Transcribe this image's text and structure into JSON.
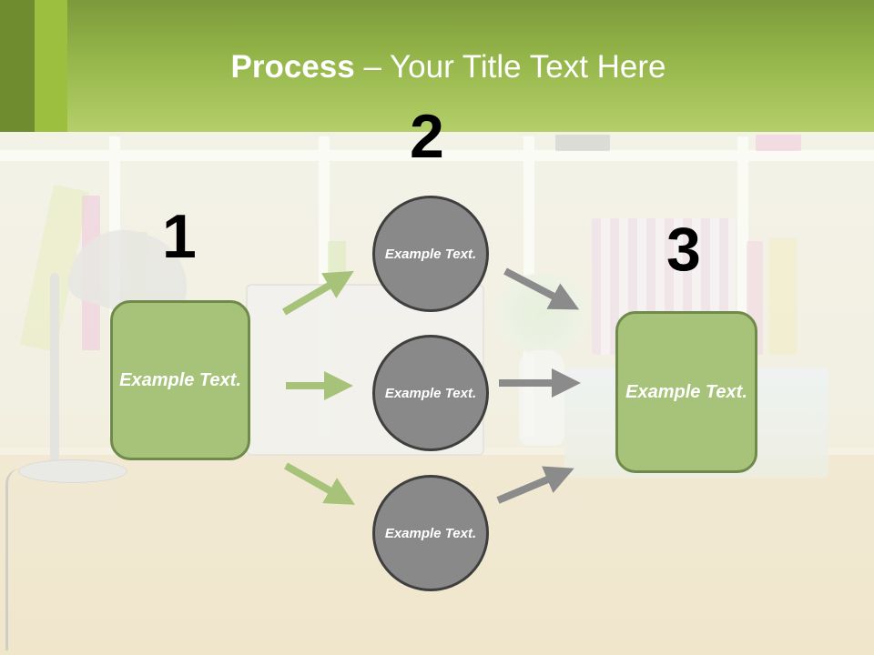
{
  "title": {
    "bold": "Process",
    "rest": " – Your Title Text Here"
  },
  "steps": [
    {
      "number": "1",
      "text": "Example Text."
    },
    {
      "number": "2"
    },
    {
      "number": "3",
      "text": "Example Text."
    }
  ],
  "circles": [
    {
      "text": "Example Text."
    },
    {
      "text": "Example Text."
    },
    {
      "text": "Example Text."
    }
  ],
  "colors": {
    "header_green": "#95b64a",
    "box_fill": "#a7c37a",
    "circle_fill": "#898989",
    "green_arrow": "#a7c37a",
    "gray_arrow": "#8b8b8b"
  }
}
